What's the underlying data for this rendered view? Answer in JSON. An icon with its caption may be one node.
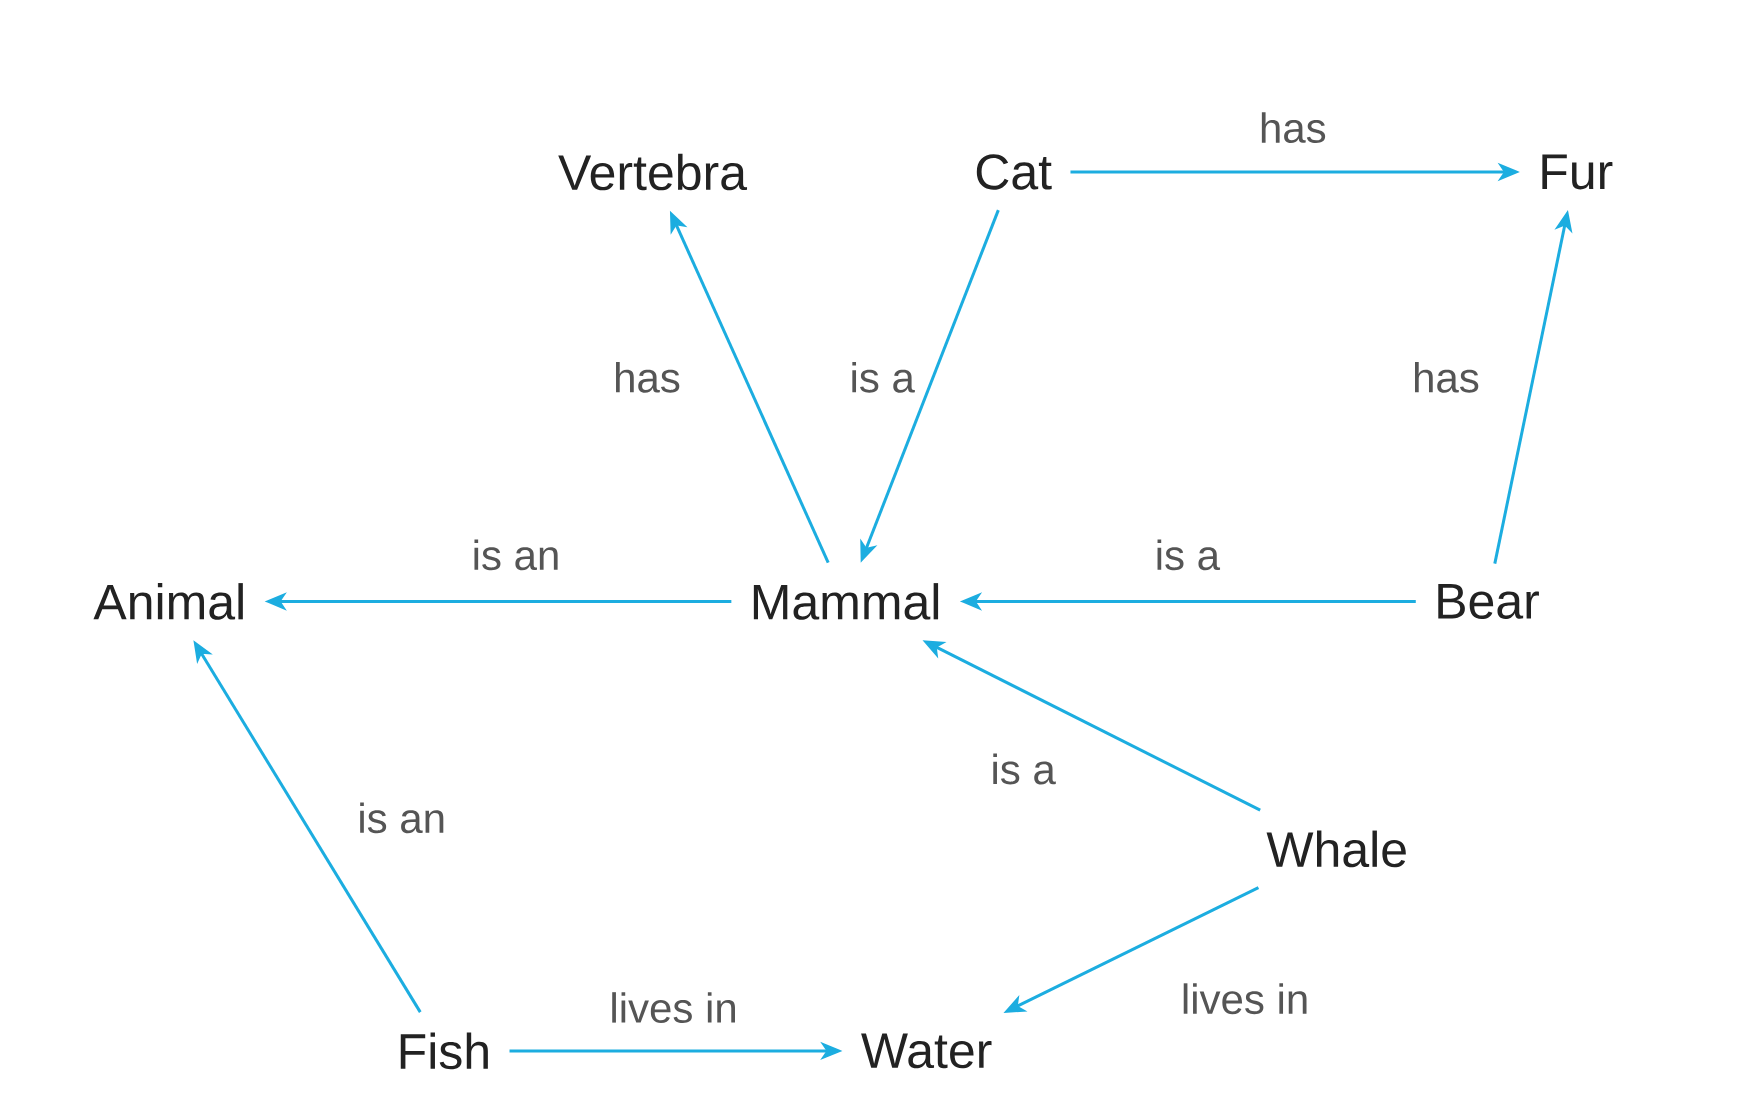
{
  "diagram": {
    "nodes": [
      {
        "text": [
          "Vertebra"
        ]
      },
      {
        "text": [
          "Cat"
        ]
      },
      {
        "text": [
          "Fur"
        ]
      },
      {
        "text": [
          "Animal"
        ]
      },
      {
        "text": [
          "Mammal"
        ]
      },
      {
        "text": [
          "Bear"
        ]
      },
      {
        "text": [
          "Whale"
        ]
      },
      {
        "text": [
          "Fish"
        ]
      },
      {
        "text": [
          "Water"
        ]
      }
    ],
    "edges": [
      {
        "from": 1,
        "to": 2,
        "arrow": "to",
        "label": "has"
      },
      {
        "from": 4,
        "to": 0,
        "arrow": "to",
        "label": "has"
      },
      {
        "from": 1,
        "to": 4,
        "arrow": "to",
        "label": "is a"
      },
      {
        "from": 5,
        "to": 2,
        "arrow": "to",
        "label": "has"
      },
      {
        "from": 4,
        "to": 3,
        "arrow": "to",
        "label": "is an"
      },
      {
        "from": 5,
        "to": 4,
        "arrow": "to",
        "label": "is a"
      },
      {
        "from": 6,
        "to": 4,
        "arrow": "to",
        "label": "is a"
      },
      {
        "from": 7,
        "to": 3,
        "arrow": "to",
        "label": "is an"
      },
      {
        "from": 7,
        "to": 8,
        "arrow": "to",
        "label": "lives in"
      },
      {
        "from": 6,
        "to": 8,
        "arrow": "to",
        "label": "lives in"
      }
    ]
  }
}
